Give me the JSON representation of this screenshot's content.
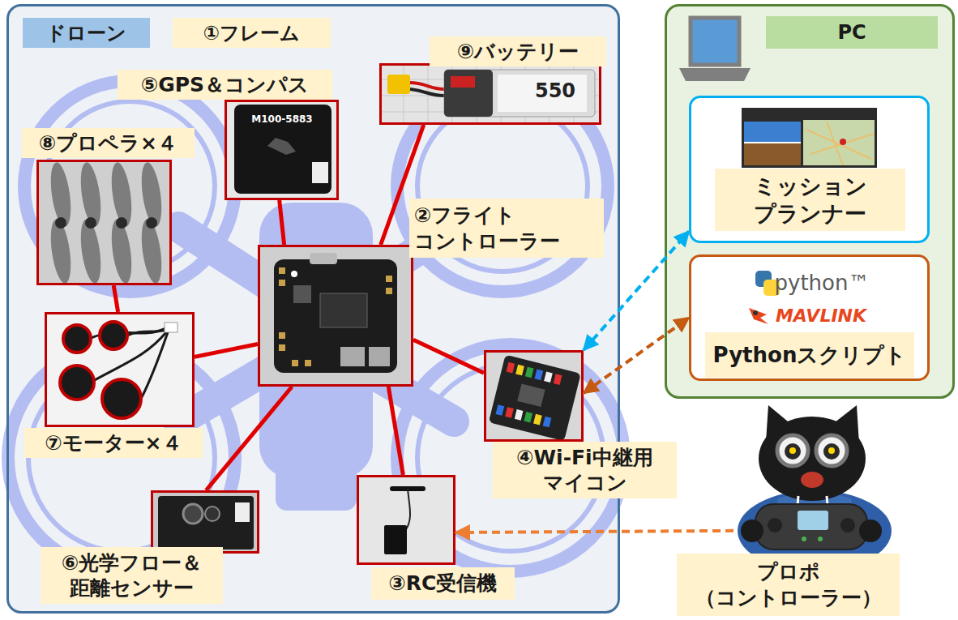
{
  "diagram": {
    "nodes": [
      {
        "text": [
          "ドローン"
        ]
      },
      {
        "text": [
          "⑨バッテリー"
        ],
        "in": 0
      },
      {
        "text": [
          "⑤GPS＆コンパス"
        ],
        "in": 0
      },
      {
        "text": [
          "⑧プロペラ×４"
        ],
        "in": 0
      },
      {
        "text": [
          "②フライト コントローラー"
        ],
        "in": 0
      },
      {
        "text": [
          "⑦モーター×４"
        ],
        "in": 0
      },
      {
        "text": [
          "④Wi-Fi中継用 マイコン"
        ],
        "in": 0
      },
      {
        "text": [
          "⑥光学フロー＆ 距離センサー"
        ],
        "in": 0
      },
      {
        "text": [
          "③RC受信機"
        ],
        "in": 0
      },
      {
        "text": [
          "PC"
        ]
      },
      {
        "text": [
          "ミッション プランナー"
        ],
        "in": 9
      },
      {
        "text": [
          "python™",
          "MAVLINK",
          "Pythonスクリプト"
        ],
        "in": 9
      },
      {
        "text": [
          "プロポ （コントローラー）"
        ]
      }
    ],
    "edges": [
      {
        "from": 4,
        "to": 2,
        "arrow": "none"
      },
      {
        "from": 4,
        "to": 1,
        "arrow": "none"
      },
      {
        "from": 3,
        "to": 5,
        "arrow": "none"
      },
      {
        "from": 4,
        "to": 5,
        "arrow": "none"
      },
      {
        "from": 4,
        "to": 6,
        "arrow": "none"
      },
      {
        "from": 4,
        "to": 7,
        "arrow": "none"
      },
      {
        "from": 4,
        "to": 8,
        "arrow": "none"
      },
      {
        "from": 6,
        "to": 10,
        "arrow": "both"
      },
      {
        "from": 6,
        "to": 11,
        "arrow": "both"
      },
      {
        "from": 12,
        "to": 8,
        "arrow": "to"
      }
    ],
    "labels": [
      "①フレーム",
      "M100-5883",
      "550"
    ]
  }
}
